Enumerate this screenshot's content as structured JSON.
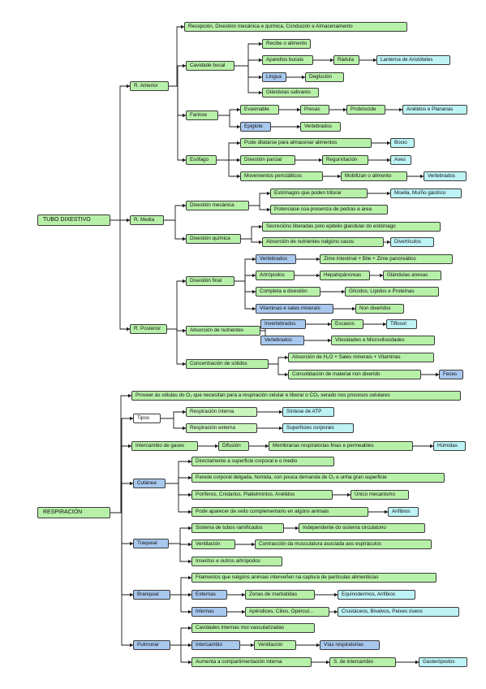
{
  "colors": {
    "green": "#b7f0a8",
    "blue": "#a8c8ee",
    "cyan": "#bdf3f5",
    "white": "#ffffff",
    "line": "#1a1a1a"
  },
  "digestivo": {
    "root": "TUBO DIXESTIVO",
    "anterior": "R. Anterior",
    "recepcion": "Recepción, Dixestión mecánica e química, Condución e Almacenamento",
    "cavidade_bucal": "Cavidade bucal",
    "recibe_alimento": "Recibe o alimento",
    "aparellos_bucais": "Aparellos bucais",
    "radula": "Rádula",
    "lanterna": "Lanterna de Aristóteles",
    "lingua": "Lingua",
    "deglucion": "Deglución",
    "glandulas_salivares": "Glándulas salivares",
    "farinxe": "Farinxe",
    "evaxinable": "Evaxinable",
    "presas": "Presas",
    "proboscide": "Probóscide",
    "anelidos_planarias": "Anélidos e Planarias",
    "epiglote": "Epiglote",
    "vertebrados_1": "Vertebrados",
    "esofago": "Esófago",
    "dilatarse": "Pode dilatarse para almacenar alimentos",
    "bocio": "Bocio",
    "dixestion_parcial": "Dixestión parcial",
    "regurxitacion": "Regurxitación",
    "aves": "Aves",
    "movementos_peristalticos": "Movementos peristálticos",
    "mobilizan": "Mobilizan o alimento",
    "vertebrados_2": "Vertebrados",
    "media": "R. Media",
    "dixestion_mecanica": "Dixestión mecánica",
    "estomagos_triturar": "Estómagos que poden triturar",
    "moella": "Moella, Muíño gástrico",
    "potenciase": "Potenciase coa presenza de pedras e area",
    "dixestion_quimica": "Dixestión química",
    "secrecions": "Secrecións liberadas polo epitelio glandular do estómago",
    "absorcion_algus": "Absorción de nutrientes nalgúns casos",
    "diverticulos": "Divertículos",
    "posterior": "R. Posterior",
    "dixestion_final": "Dixestión final",
    "vertebrados_3": "Vertebrados",
    "zimes": "Zime intestinal + Bile + Zime pancreático",
    "artropodos": "Artrópodos",
    "hepatopancreas": "Hepatopáncreas",
    "glandulas_anexas": "Glándulas anexas",
    "completa_dixestion": "Completa a dixestión",
    "glicidos": "Glícidos, Lípidos e Proteínas",
    "vitaminas": "Vitaminas e sales minerais",
    "non_dixeridos": "Non dixeridos",
    "absorcion_nutrientes": "Absorción de nutrientes",
    "invertebrados": "Invertebrados",
    "escasos": "Escasos",
    "tiflosol": "Tiflosol",
    "vertebrados_4": "Vertebrados",
    "vilosidades": "Vilosidades e Microvilosidades",
    "concentracion": "Concentración de sólidos",
    "absorcion_h2o": "Absorción de H₂O + Sales minerais + Vitaminas",
    "consolidacion": "Consolidación de material non dixerido",
    "feces": "Feces"
  },
  "respiracion": {
    "root": "RESPIRACIÓN",
    "provee": "Proveer ás células do O₂ que necesitan para a respiración celular e liberar o CO₂ xerado nos procesos celulares",
    "tipos": "Tipos",
    "resp_interna": "Respiración interna",
    "sintese_atp": "Síntese de ATP",
    "resp_externa": "Respiración externa",
    "superficies_corporais": "Superficies corporais",
    "intercambio_gases": "Intercambio de gases",
    "difusion": "Difusión",
    "membranas": "Membranas respiratorias finas e permeables",
    "humidas": "Húmidas",
    "cutanea": "Cutánea",
    "directamente": "Directamente a superficie corporal e o medio",
    "parede": "Parede corporal delgada, húmida, con pouca demanda de O₂ e unha gran superficie",
    "porifero": "Poríferos, Cnidarios, Platielmintos, Anélidos",
    "unico_mecanismo": "Único mecanismo",
    "pode_aparecer": "Pode aparecer de xeito complementario en algúns animais",
    "anfibios_1": "Anfibios",
    "traqueal": "Traqueal",
    "sistema_tubos": "Sistema de tubos ramificados",
    "independente": "Independente do sistema circulatorio",
    "ventilacion_1": "Ventilación",
    "contraccion": "Contracción da musculatura asociada aos espiráculos",
    "insectos": "Insectos e outros artrópodos",
    "branquial": "Branquial",
    "filamentos": "Filamentos que nalgúns animais interveñen na captura de partículas alimenticias",
    "externas": "Externas",
    "zonas_marbatidas": "Zonas de marbatidas",
    "equinodermos": "Equinodermos, Anfibios",
    "internas": "Internas",
    "apendices": "Apéndices, Cilios, Opércul...",
    "crustaceos": "Crustáceos, Bivalvos, Peixes óseos",
    "pulmonar": "Pulmonar",
    "cavidades": "Cavidades internas moi vascularizadas",
    "intercambio": "Intercambio",
    "ventilacion_2": "Ventilación",
    "vias_respiratorias": "Vías respiratorias",
    "aumenta": "Aumenta a compartimentación interna",
    "s_intercambio": "S. de intercambio",
    "gasteropodos": "Gasterópodos"
  }
}
